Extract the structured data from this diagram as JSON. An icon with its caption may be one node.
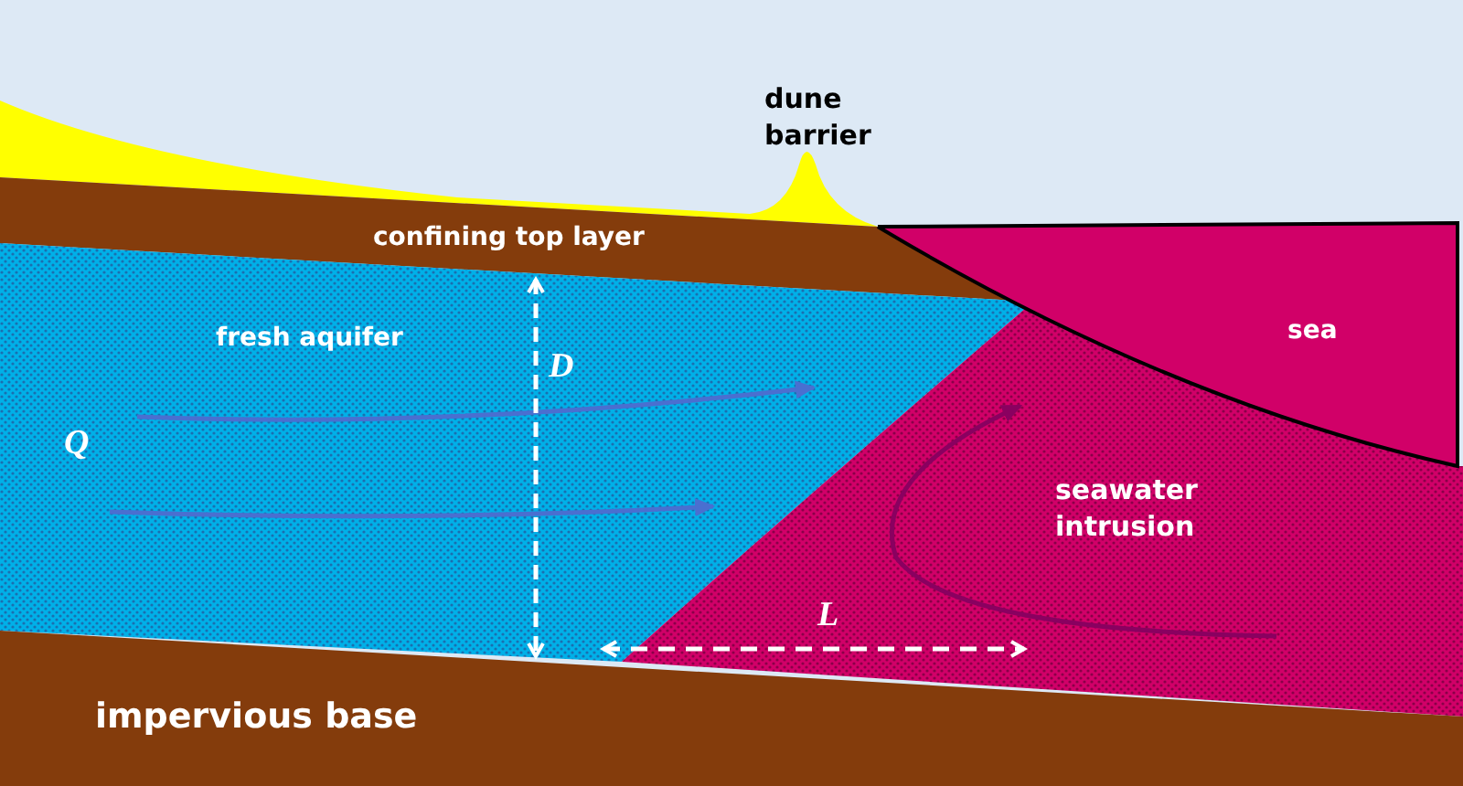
{
  "diagram": {
    "labels": [
      "dune barrier",
      "confining top layer",
      "fresh aquifer",
      "D",
      "sea",
      "Q",
      "seawater intrusion",
      "L",
      "impervious base"
    ]
  }
}
